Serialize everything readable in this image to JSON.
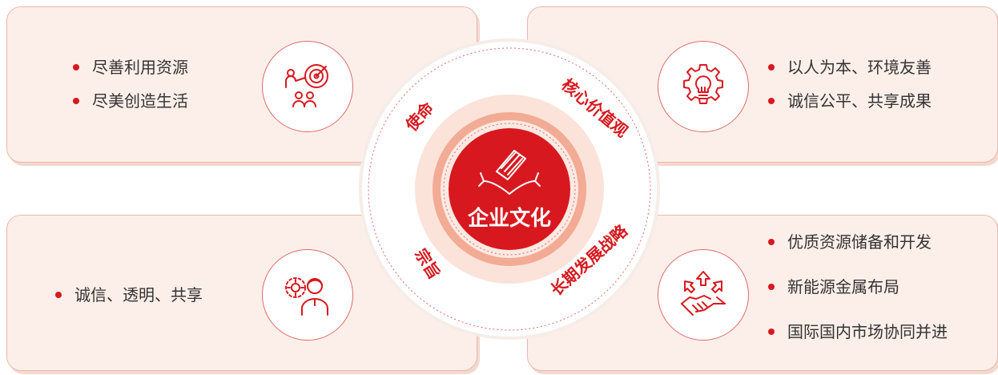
{
  "center": {
    "title": "企业文化",
    "labels": {
      "mission": "使命",
      "values": "核心价值观",
      "purpose": "宗旨",
      "strategy": "长期发展战略"
    }
  },
  "panels": {
    "top_left": {
      "icon": "target-team-icon",
      "items": [
        "尽善利用资源",
        "尽美创造生活"
      ]
    },
    "top_right": {
      "icon": "lightbulb-gear-icon",
      "items": [
        "以人为本、环境友善",
        "诚信公平、共享成果"
      ]
    },
    "bottom_left": {
      "icon": "person-gear-icon",
      "items": [
        "诚信、透明、共享"
      ]
    },
    "bottom_right": {
      "icon": "handshake-arrows-icon",
      "items": [
        "优质资源储备和开发",
        "新能源金属布局",
        "国际国内市场协同并进"
      ]
    }
  },
  "colors": {
    "accent": "#d7191f",
    "panel_bg": "#fcefe9",
    "ring_light": "#f9dcd0",
    "ring_mid": "#f0a58e"
  }
}
